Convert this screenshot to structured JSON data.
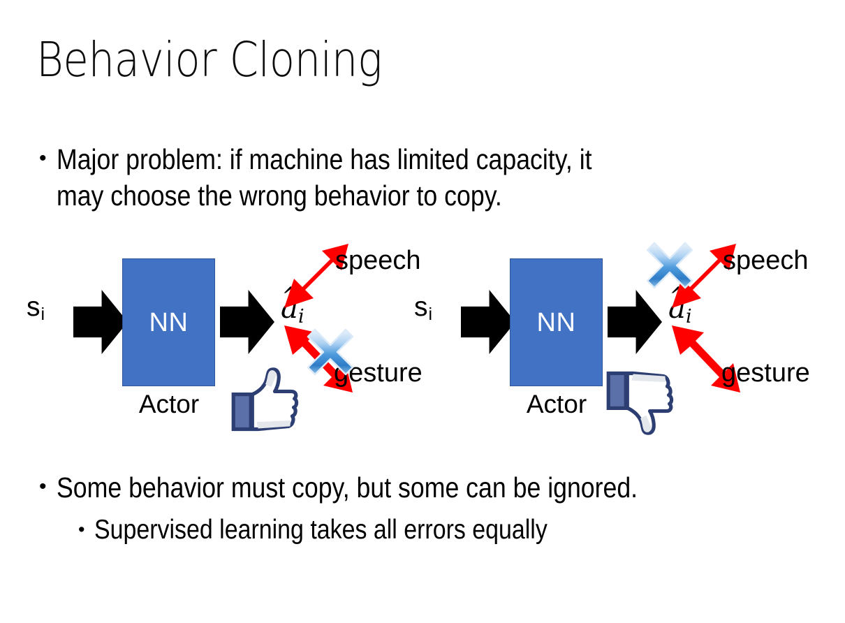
{
  "slide": {
    "title": "Behavior Cloning",
    "background_color": "#FFFFFF"
  },
  "bullets": {
    "top": {
      "marker": "•",
      "line1": "Major problem: if machine has limited capacity, it",
      "line2": "may choose the wrong behavior to copy."
    },
    "bottom": [
      {
        "marker": "•",
        "text": "Some behavior must copy, but some can be ignored.",
        "level": 1
      },
      {
        "marker": "•",
        "text": "Supervised learning takes all errors equally",
        "level": 2
      }
    ]
  },
  "diagrams": [
    {
      "id": "left",
      "state_label": "s",
      "state_subscript": "i",
      "nn_label": "NN",
      "nn_color": "#4272C4",
      "caption": "Actor",
      "output_label": "a",
      "output_subscript": "i",
      "branches": [
        {
          "name": "speech",
          "label": "speech",
          "crossed": false
        },
        {
          "name": "gesture",
          "label": "gesture",
          "crossed": true
        }
      ],
      "verdict_icon": "thumbs-up-icon",
      "arrow_color": "#FF0000",
      "cross_color": "#3D8FD8"
    },
    {
      "id": "right",
      "state_label": "s",
      "state_subscript": "i",
      "nn_label": "NN",
      "nn_color": "#4272C4",
      "caption": "Actor",
      "output_label": "a",
      "output_subscript": "i",
      "branches": [
        {
          "name": "speech",
          "label": "speech",
          "crossed": true
        },
        {
          "name": "gesture",
          "label": "gesture",
          "crossed": false
        }
      ],
      "verdict_icon": "thumbs-down-icon",
      "arrow_color": "#FF0000",
      "cross_color": "#3D8FD8"
    }
  ]
}
